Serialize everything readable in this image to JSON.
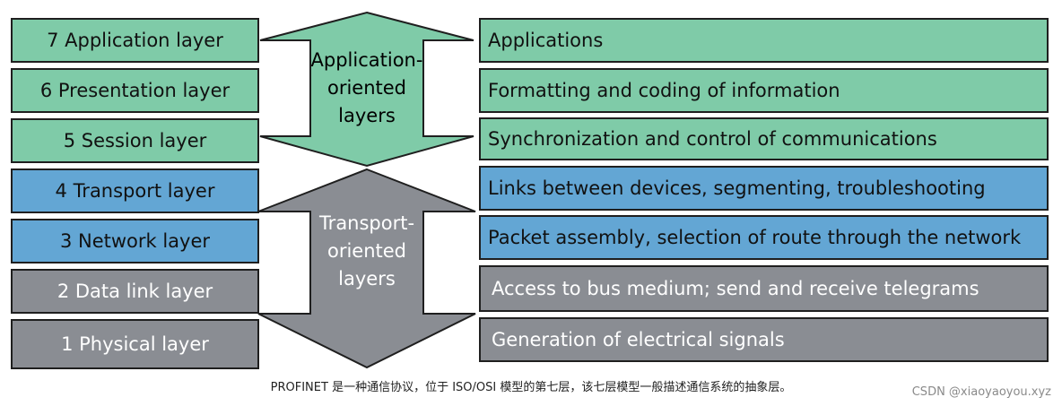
{
  "colors": {
    "application": "#7fcba8",
    "transport_blue": "#63a6d4",
    "transport_gray": "#8a8d93"
  },
  "layers": [
    {
      "name": "7 Application layer",
      "description": "Applications",
      "color": "green"
    },
    {
      "name": "6 Presentation layer",
      "description": "Formatting and coding of information",
      "color": "green"
    },
    {
      "name": "5 Session layer",
      "description": "Synchronization and control of communications",
      "color": "green"
    },
    {
      "name": "4 Transport layer",
      "description": "Links between devices, segmenting, troubleshooting",
      "color": "blue"
    },
    {
      "name": "3 Network layer",
      "description": "Packet assembly, selection of route through the network",
      "color": "blue"
    },
    {
      "name": "2 Data link layer",
      "description": "Access to bus medium; send and receive telegrams",
      "color": "gray"
    },
    {
      "name": "1 Physical layer",
      "description": "Generation of electrical signals",
      "color": "gray"
    }
  ],
  "groups": {
    "application": {
      "line1": "Application-",
      "line2": "oriented",
      "line3": "layers"
    },
    "transport": {
      "line1": "Transport-",
      "line2": "oriented",
      "line3": "layers"
    }
  },
  "caption": "PROFINET 是一种通信协议，位于 ISO/OSI 模型的第七层，该七层模型一般描述通信系统的抽象层。",
  "watermark": "CSDN @xiaoyaoyou.xyz"
}
